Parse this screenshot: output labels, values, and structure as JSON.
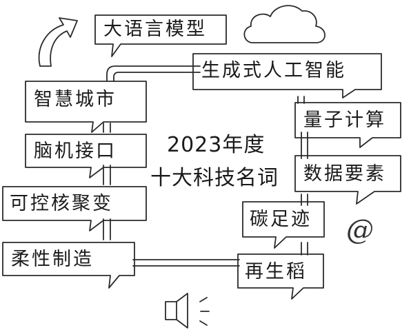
{
  "title": {
    "line1": "2023年度",
    "line2": "十大科技名词"
  },
  "terms": [
    "大语言模型",
    "生成式人工智能",
    "智慧城市",
    "量子计算",
    "脑机接口",
    "数据要素",
    "可控核聚变",
    "碳足迹",
    "柔性制造",
    "再生稻"
  ],
  "decorations": {
    "at_symbol": "@",
    "icons": [
      "arrow-icon",
      "cloud-icon",
      "speaker-icon"
    ]
  },
  "colors": {
    "line": "#2a2a2a",
    "background": "#ffffff"
  }
}
